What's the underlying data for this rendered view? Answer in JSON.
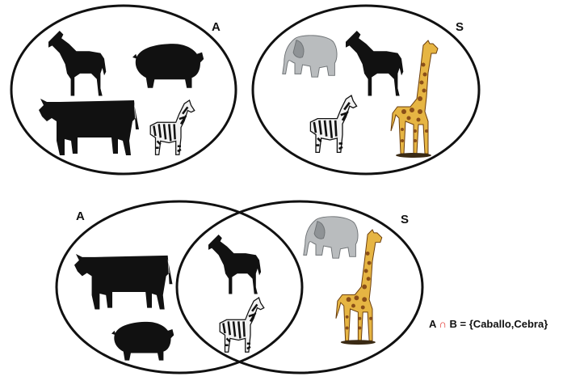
{
  "top_diagram": {
    "set_a_label": "A",
    "set_s_label": "S",
    "set_a_animals": [
      "horse-icon",
      "pig-icon",
      "cow-icon",
      "zebra-icon"
    ],
    "set_s_animals": [
      "elephant-icon",
      "horse-icon",
      "zebra-icon",
      "giraffe-icon"
    ]
  },
  "bottom_diagram": {
    "set_a_label": "A",
    "set_s_label": "S",
    "a_only_animals": [
      "cow-icon",
      "pig-icon"
    ],
    "intersection_animals": [
      "horse-icon",
      "zebra-icon"
    ],
    "s_only_animals": [
      "elephant-icon",
      "giraffe-icon"
    ]
  },
  "formula": {
    "left": "A",
    "operator": "∩",
    "right": "B = {Caballo,Cebra}"
  },
  "colors": {
    "silhouette": "#111111",
    "elephant": "#b9bcbe",
    "giraffe": "#e6b543",
    "giraffe_spots": "#8a4e18",
    "operator": "#e0322c"
  }
}
